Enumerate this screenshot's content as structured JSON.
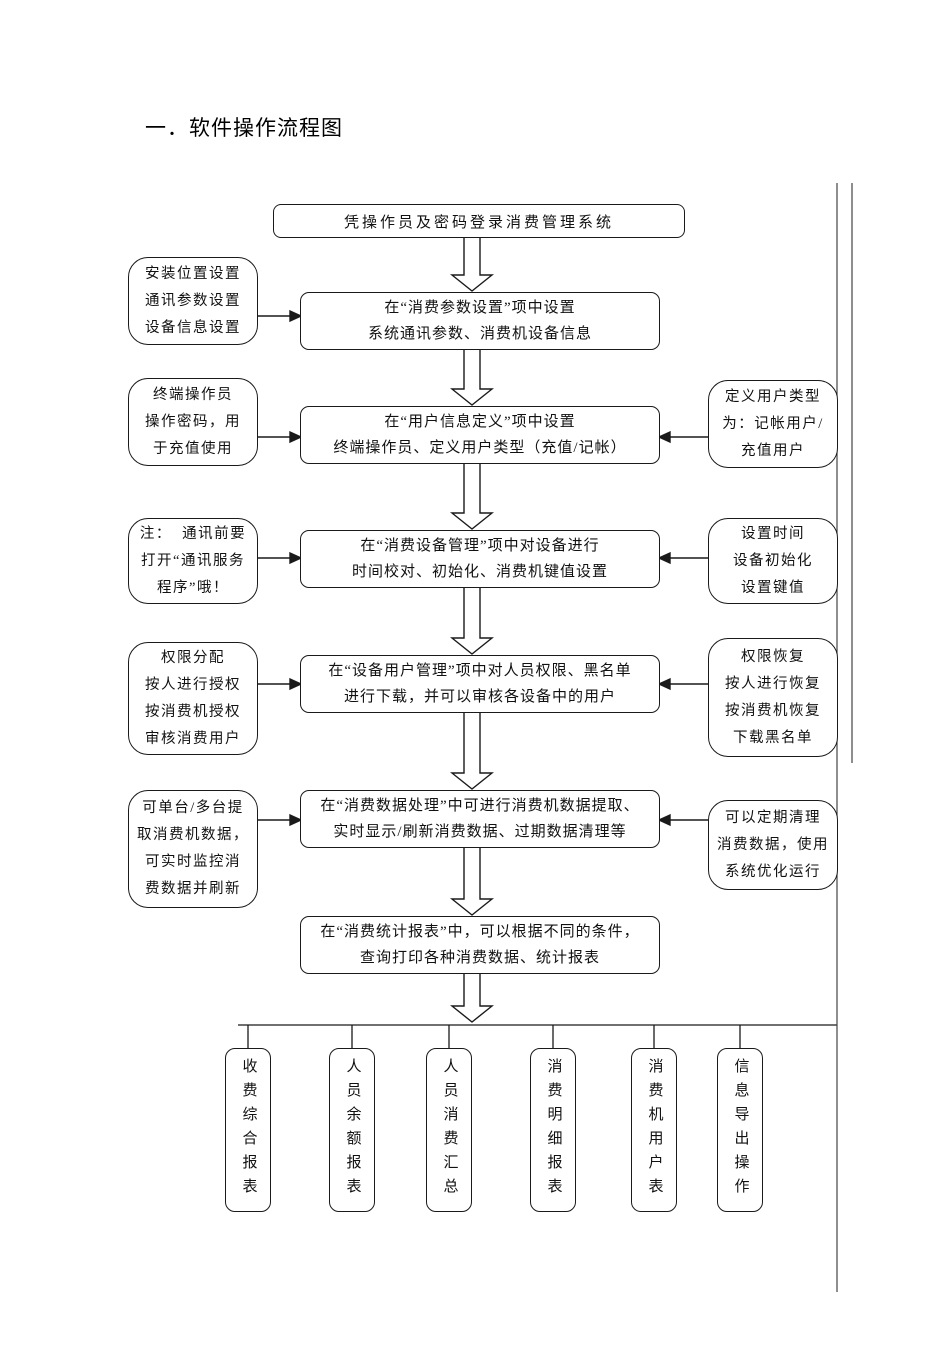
{
  "page": {
    "title": "一．软件操作流程图"
  },
  "flow": {
    "login": "凭操作员及密码登录消费管理系统",
    "steps": [
      "在“消费参数设置”项中设置\n系统通讯参数、消费机设备信息",
      "在“用户信息定义”项中设置\n终端操作员、定义用户类型（充值/记帐）",
      "在“消费设备管理”项中对设备进行\n时间校对、初始化、消费机键值设置",
      "在“设备用户管理”项中对人员权限、黑名单\n进行下载，并可以审核各设备中的用户",
      "在“消费数据处理”中可进行消费机数据提取、\n实时显示/刷新消费数据、过期数据清理等",
      "在“消费统计报表”中，可以根据不同的条件，\n查询打印各种消费数据、统计报表"
    ],
    "left_notes": [
      "安装位置设置\n通讯参数设置\n设备信息设置",
      "终端操作员\n操作密码，用\n于充值使用",
      "注：  通讯前要\n打开“通讯服务\n程序”哦！",
      "权限分配\n按人进行授权\n按消费机授权\n审核消费用户",
      "可单台/多台提\n取消费机数据，\n可实时监控消\n费数据并刷新"
    ],
    "right_notes": [
      "定义用户类型\n为：记帐用户/\n充值用户",
      "设置时间\n设备初始化\n设置键值",
      "权限恢复\n按人进行恢复\n按消费机恢复\n下载黑名单",
      "可以定期清理\n消费数据，使用\n系统优化运行"
    ],
    "reports": [
      "收费综合报表",
      "人员余额报表",
      "人员消费汇总",
      "消费明细报表",
      "消费机用户表",
      "信息导出操作"
    ]
  },
  "colors": {
    "line": "#1a1a1a",
    "background": "#ffffff",
    "text": "#111111"
  }
}
